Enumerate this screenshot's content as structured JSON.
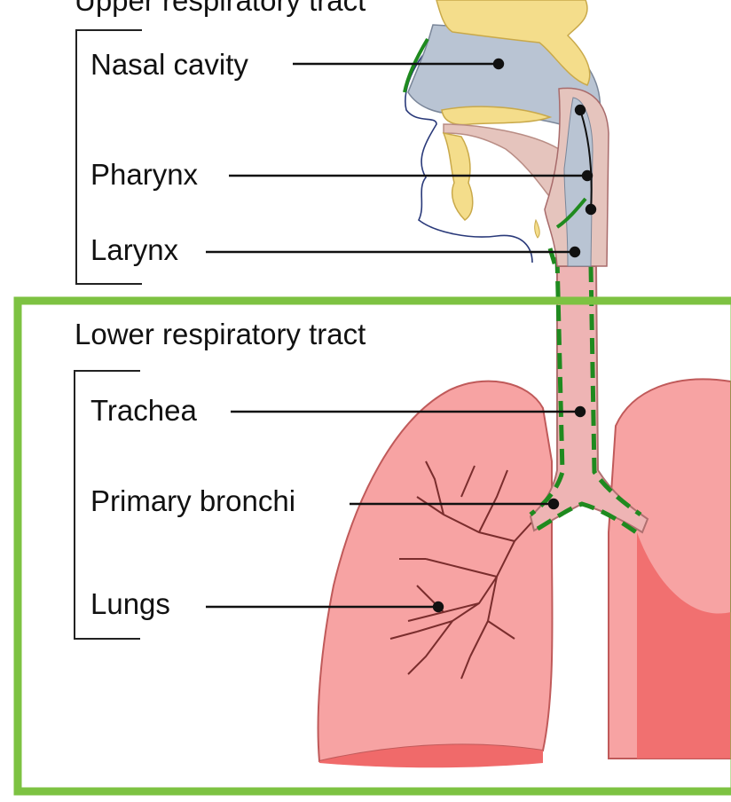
{
  "diagram": {
    "upper_group": {
      "heading": "Upper respiratory tract",
      "labels": {
        "nasal_cavity": "Nasal cavity",
        "pharynx": "Pharynx",
        "larynx": "Larynx"
      }
    },
    "lower_group": {
      "heading": "Lower respiratory tract",
      "labels": {
        "trachea": "Trachea",
        "primary_bronchi": "Primary bronchi",
        "lungs": "Lungs"
      }
    }
  },
  "colors": {
    "highlight_frame": "#7dc242",
    "nasal_cavity": "#b9c4d3",
    "bone": "#f4dd8b",
    "bone_outline": "#c9a94a",
    "pharynx_tissue": "#e5c4bd",
    "lung": "#f7a3a3",
    "lung_shadow": "#f06a6a",
    "trachea": "#eeb4b4",
    "airway_lining": "#1f8a1f",
    "face_outline": "#2a3a7a",
    "leader_line": "#111111",
    "label_text": "#111111"
  }
}
